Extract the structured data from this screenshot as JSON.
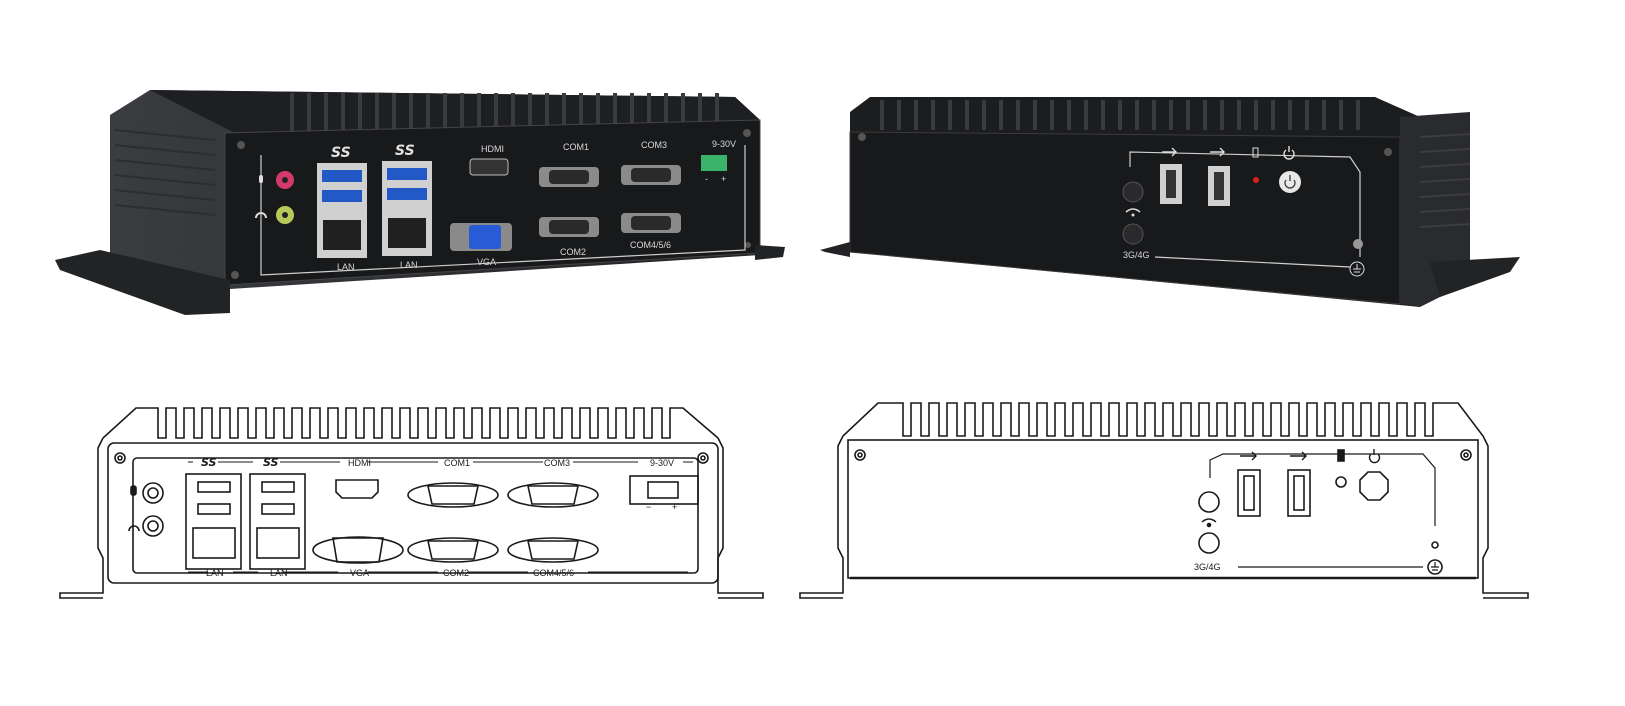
{
  "rear_panel": {
    "usb3_logo": "SS",
    "hdmi": "HDMI",
    "com1": "COM1",
    "com3": "COM3",
    "power_in": "9-30V",
    "minus": "-",
    "plus": "+",
    "lan1": "LAN",
    "lan2": "LAN",
    "vga": "VGA",
    "com2": "COM2",
    "com456": "COM4/5/6"
  },
  "rear_drawing": {
    "usb3_logo": "SS",
    "hdmi": "HDMI",
    "com1": "COM1",
    "com3": "COM3",
    "power_in": "9-30V",
    "minus": "−",
    "plus": "+",
    "lan1": "LAN",
    "lan2": "LAN",
    "vga": "VGA",
    "com2": "COM2",
    "com456": "COM4/5/6"
  },
  "front_panel": {
    "antenna": "3G/4G"
  },
  "front_drawing": {
    "antenna": "3G/4G"
  },
  "icons": [
    "microphone-icon",
    "headphone-icon",
    "usb-icon",
    "hdd-icon",
    "power-icon",
    "wifi-icon",
    "ground-icon"
  ]
}
